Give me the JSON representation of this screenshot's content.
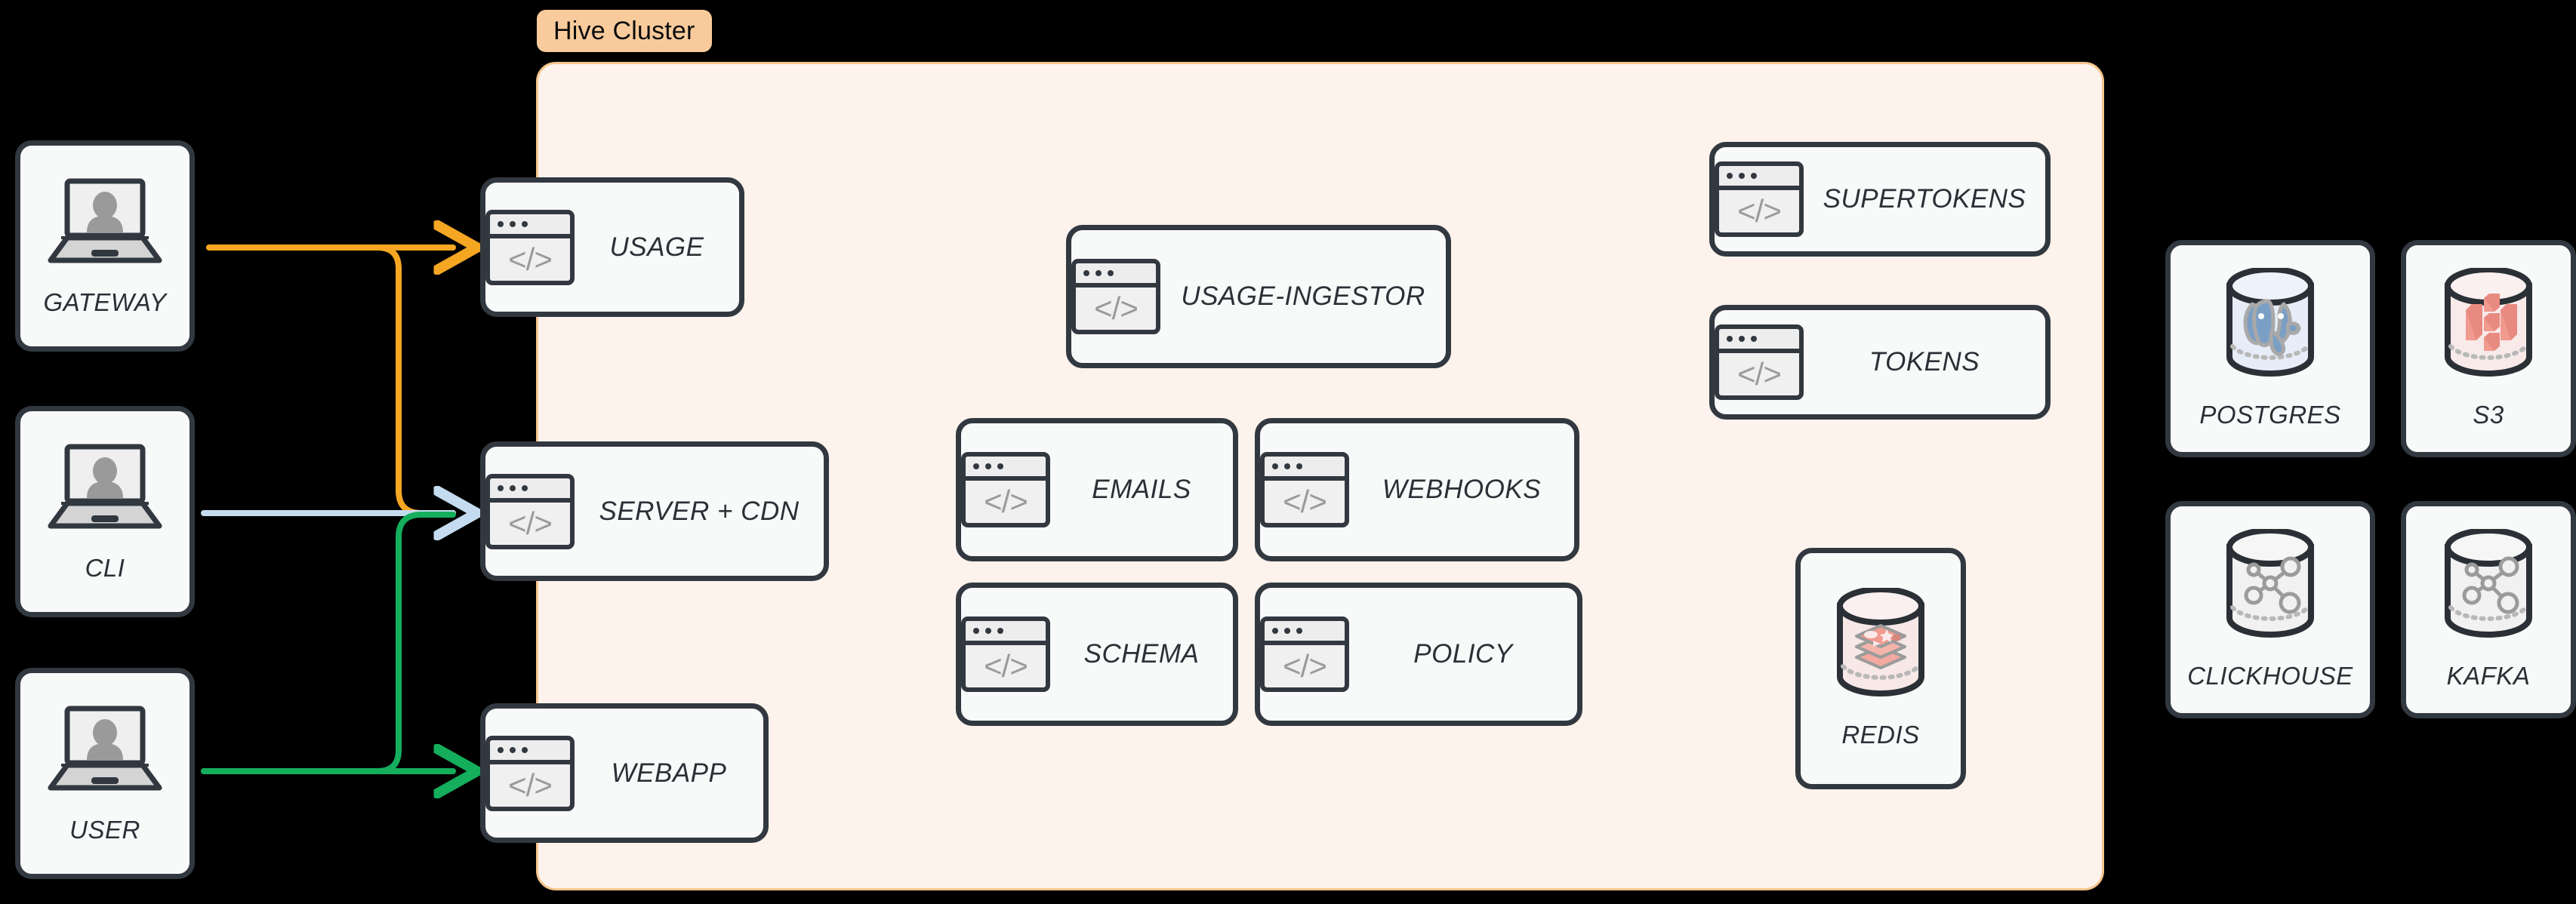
{
  "cluster": {
    "label": "Hive Cluster",
    "bg_color": "#FDF3EC",
    "border_color": "#F7C58E",
    "label_bg_color": "#F9CB9C"
  },
  "clients": [
    {
      "id": "gateway",
      "label": "GATEWAY",
      "icon": "laptop-icon"
    },
    {
      "id": "cli",
      "label": "CLI",
      "icon": "laptop-icon"
    },
    {
      "id": "user",
      "label": "USER",
      "icon": "laptop-icon"
    }
  ],
  "edge_services": [
    {
      "id": "usage",
      "label": "USAGE",
      "icon": "code-window-icon"
    },
    {
      "id": "server-cdn",
      "label": "SERVER + CDN",
      "icon": "code-window-icon"
    },
    {
      "id": "webapp",
      "label": "WEBAPP",
      "icon": "code-window-icon"
    }
  ],
  "core_services": [
    {
      "id": "usage-ingestor",
      "label": "USAGE-INGESTOR",
      "icon": "code-window-icon"
    },
    {
      "id": "emails",
      "label": "EMAILS",
      "icon": "code-window-icon"
    },
    {
      "id": "webhooks",
      "label": "WEBHOOKS",
      "icon": "code-window-icon"
    },
    {
      "id": "schema",
      "label": "SCHEMA",
      "icon": "code-window-icon"
    },
    {
      "id": "policy",
      "label": "POLICY",
      "icon": "code-window-icon"
    }
  ],
  "auth_services": [
    {
      "id": "supertokens",
      "label": "SUPERTOKENS",
      "icon": "code-window-icon"
    },
    {
      "id": "tokens",
      "label": "TOKENS",
      "icon": "code-window-icon"
    }
  ],
  "cluster_datastores": [
    {
      "id": "redis",
      "label": "REDIS",
      "icon": "redis-database-icon"
    }
  ],
  "external_datastores": [
    {
      "id": "postgres",
      "label": "POSTGRES",
      "icon": "postgres-database-icon"
    },
    {
      "id": "s3",
      "label": "S3",
      "icon": "s3-database-icon"
    },
    {
      "id": "clickhouse",
      "label": "CLICKHOUSE",
      "icon": "clickhouse-database-icon"
    },
    {
      "id": "kafka",
      "label": "KAFKA",
      "icon": "kafka-database-icon"
    }
  ],
  "connections": [
    {
      "id": "gateway-to-usage",
      "from": "GATEWAY",
      "to": "USAGE",
      "color": "#F5A623"
    },
    {
      "id": "gateway-to-server-cdn",
      "from": "GATEWAY",
      "to": "SERVER + CDN",
      "color": "#F5A623"
    },
    {
      "id": "cli-to-server-cdn",
      "from": "CLI",
      "to": "SERVER + CDN",
      "color": "#C5DCF0"
    },
    {
      "id": "user-to-server-cdn",
      "from": "USER",
      "to": "SERVER + CDN",
      "color": "#14AE5C"
    },
    {
      "id": "user-to-webapp",
      "from": "USER",
      "to": "WEBAPP",
      "color": "#14AE5C"
    }
  ],
  "code_glyph": "</>"
}
